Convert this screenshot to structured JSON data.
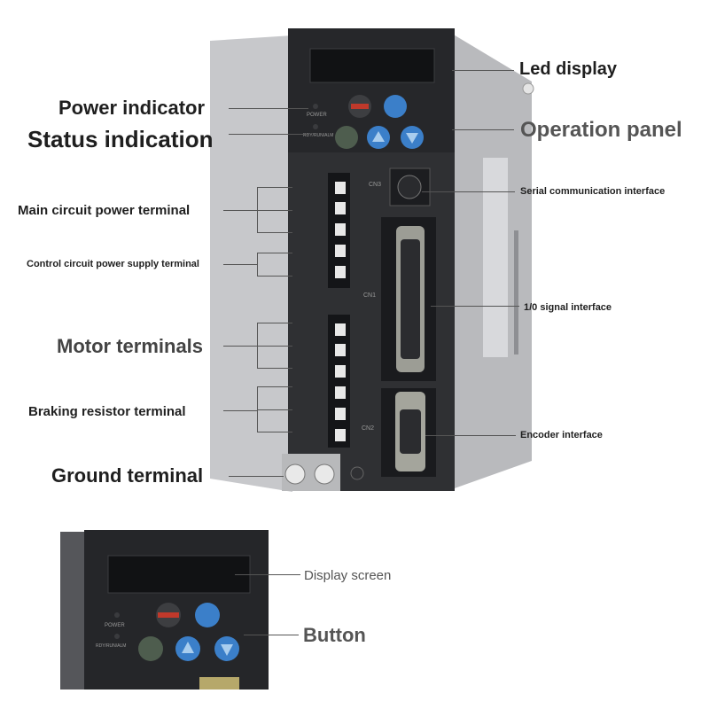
{
  "labels": {
    "led_display": "Led display",
    "power_indicator": "Power indicator",
    "status_indication": "Status indication",
    "operation_panel": "Operation panel",
    "serial_comm": "Serial communication interface",
    "main_circuit_power": "Main circuit power terminal",
    "control_circuit_power": "Control circuit power supply terminal",
    "io_signal": "1/0 signal interface",
    "motor_terminals": "Motor terminals",
    "braking_resistor": "Braking resistor terminal",
    "encoder_interface": "Encoder interface",
    "ground_terminal": "Ground terminal",
    "display_screen": "Display screen",
    "button": "Button"
  },
  "device_markings": {
    "power": "POWER",
    "run_alm": "RDY/RUN/ALM",
    "cn3": "CN3",
    "cn1": "CN1",
    "cn2": "CN2"
  },
  "colors": {
    "body_gray": "#4a4b4e",
    "front_black": "#26272a",
    "side_silver": "#cfd0d3",
    "label_text": "#1f1f1f",
    "operation_panel_text": "#555555",
    "key_red": "#c0392b",
    "key_blue": "#3b7fc9",
    "key_green": "#5b6f5b"
  }
}
